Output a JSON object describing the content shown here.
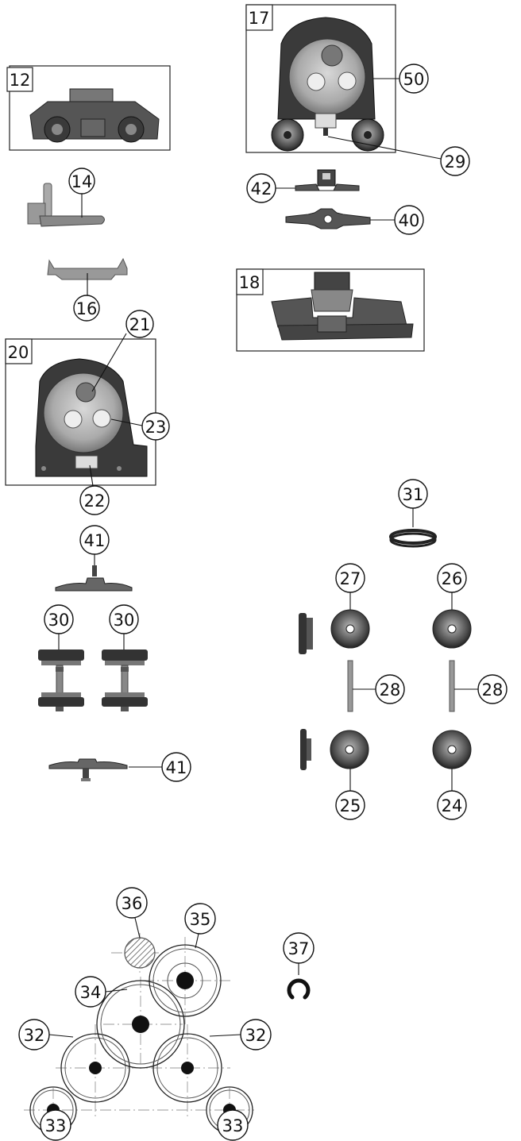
{
  "boxes": {
    "b12": "12",
    "b17": "17",
    "b18": "18",
    "b20": "20"
  },
  "callouts": {
    "c14": "14",
    "c16": "16",
    "c21": "21",
    "c22": "22",
    "c23": "23",
    "c24": "24",
    "c25": "25",
    "c26": "26",
    "c27": "27",
    "c28a": "28",
    "c28b": "28",
    "c29": "29",
    "c30a": "30",
    "c30b": "30",
    "c31": "31",
    "c32a": "32",
    "c32b": "32",
    "c33a": "33",
    "c33b": "33",
    "c34": "34",
    "c35": "35",
    "c36": "36",
    "c37": "37",
    "c40": "40",
    "c41a": "41",
    "c41b": "41",
    "c42": "42",
    "c50": "50"
  },
  "icons": {
    "part_names": [
      "bogie",
      "motor-housing",
      "wheelset",
      "wheel",
      "axle",
      "traction-tyre",
      "contact-plate",
      "gear-train",
      "circlip"
    ]
  }
}
